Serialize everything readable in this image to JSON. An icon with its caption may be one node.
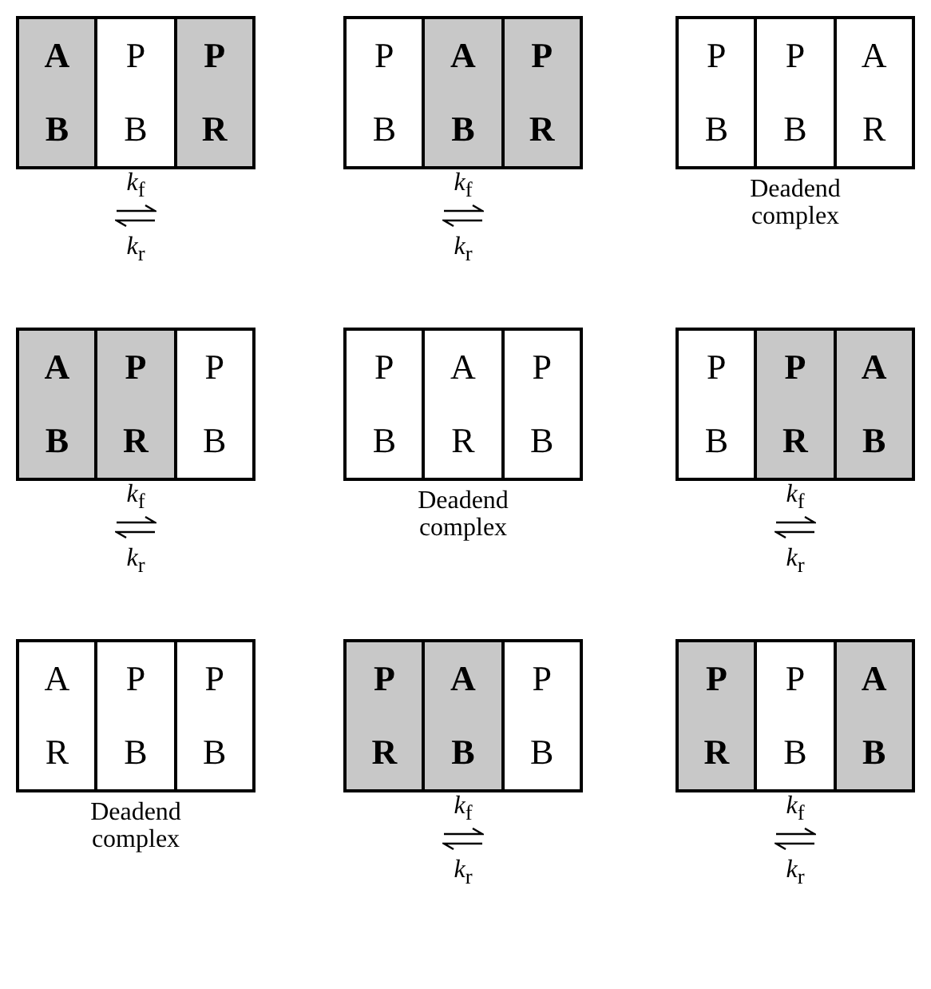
{
  "diagram": {
    "nodes": [
      {
        "text": [],
        "shape": "box"
      },
      {
        "text": [
          "A",
          "B"
        ],
        "in": 0
      },
      {
        "text": [
          "P",
          "B"
        ],
        "in": 0
      },
      {
        "text": [
          "P",
          "R"
        ],
        "in": 0
      },
      {
        "text": [],
        "shape": "box"
      },
      {
        "text": [
          "P",
          "B"
        ],
        "in": 4
      },
      {
        "text": [
          "A",
          "B"
        ],
        "in": 4
      },
      {
        "text": [
          "P",
          "R"
        ],
        "in": 4
      },
      {
        "text": [],
        "shape": "box"
      },
      {
        "text": [
          "P",
          "B"
        ],
        "in": 8
      },
      {
        "text": [
          "P",
          "B"
        ],
        "in": 8
      },
      {
        "text": [
          "A",
          "R"
        ],
        "in": 8
      },
      {
        "text": [],
        "shape": "box"
      },
      {
        "text": [
          "A",
          "B"
        ],
        "in": 12
      },
      {
        "text": [
          "P",
          "R"
        ],
        "in": 12
      },
      {
        "text": [
          "P",
          "B"
        ],
        "in": 12
      },
      {
        "text": [],
        "shape": "box"
      },
      {
        "text": [
          "P",
          "B"
        ],
        "in": 16
      },
      {
        "text": [
          "A",
          "R"
        ],
        "in": 16
      },
      {
        "text": [
          "P",
          "B"
        ],
        "in": 16
      },
      {
        "text": [],
        "shape": "box"
      },
      {
        "text": [
          "P",
          "B"
        ],
        "in": 20
      },
      {
        "text": [
          "P",
          "R"
        ],
        "in": 20
      },
      {
        "text": [
          "A",
          "B"
        ],
        "in": 20
      },
      {
        "text": [],
        "shape": "box"
      },
      {
        "text": [
          "A",
          "R"
        ],
        "in": 24
      },
      {
        "text": [
          "P",
          "B"
        ],
        "in": 24
      },
      {
        "text": [
          "P",
          "B"
        ],
        "in": 24
      },
      {
        "text": [],
        "shape": "box"
      },
      {
        "text": [
          "P",
          "R"
        ],
        "in": 28
      },
      {
        "text": [
          "A",
          "B"
        ],
        "in": 28
      },
      {
        "text": [
          "P",
          "B"
        ],
        "in": 28
      },
      {
        "text": [],
        "shape": "box"
      },
      {
        "text": [
          "P",
          "R"
        ],
        "in": 32
      },
      {
        "text": [
          "P",
          "B"
        ],
        "in": 32
      },
      {
        "text": [
          "A",
          "B"
        ],
        "in": 32
      }
    ],
    "labels": [
      "*k*$_{f}$",
      "*k*$_{r}$",
      "*k*$_{f}$",
      "*k*$_{r}$",
      "Deadend complex",
      "*k*$_{f}$",
      "*k*$_{r}$",
      "Deadend complex",
      "*k*$_{f}$",
      "*k*$_{r}$",
      "Deadend complex",
      "*k*$_{f}$",
      "*k*$_{r}$",
      "*k*$_{f}$",
      "*k*$_{r}$"
    ]
  }
}
